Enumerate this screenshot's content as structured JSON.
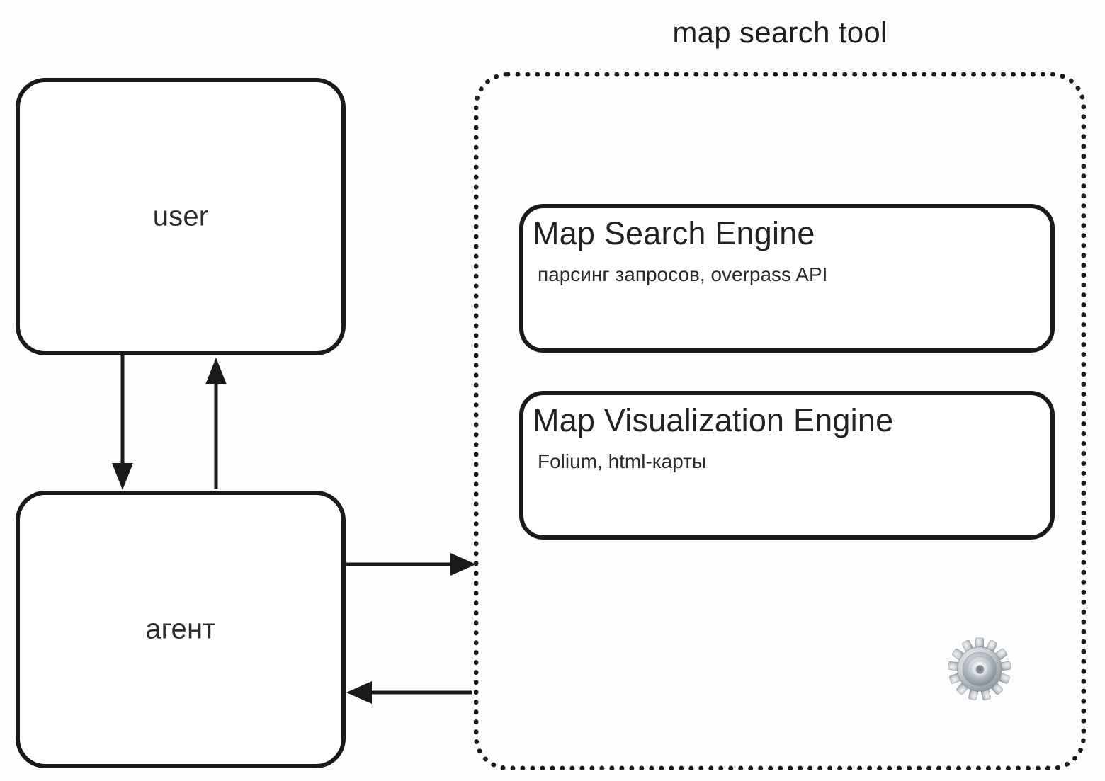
{
  "diagram": {
    "title": "map search tool",
    "background_color": "#fdfdfd",
    "stroke_color": "#1a1a1a",
    "nodes": {
      "user": {
        "label": "user"
      },
      "agent": {
        "label": "агент"
      }
    },
    "tool_container": {
      "title": "map search tool",
      "border_style": "dotted",
      "cards": [
        {
          "id": "map-search-engine",
          "title": "Map Search Engine",
          "subtitle": "парсинг запросов, overpass API"
        },
        {
          "id": "map-visualization-engine",
          "title": "Map Visualization Engine",
          "subtitle": "Folium, html-карты"
        }
      ],
      "decoration": {
        "icon": "gear-icon",
        "glyph": "⚙"
      }
    },
    "edges": [
      {
        "id": "user-to-agent",
        "from": "user",
        "to": "agent",
        "direction": "down"
      },
      {
        "id": "agent-to-user",
        "from": "agent",
        "to": "user",
        "direction": "up"
      },
      {
        "id": "agent-to-tool",
        "from": "agent",
        "to": "map-search-tool",
        "direction": "right"
      },
      {
        "id": "tool-to-agent",
        "from": "map-search-tool",
        "to": "agent",
        "direction": "left"
      }
    ]
  }
}
